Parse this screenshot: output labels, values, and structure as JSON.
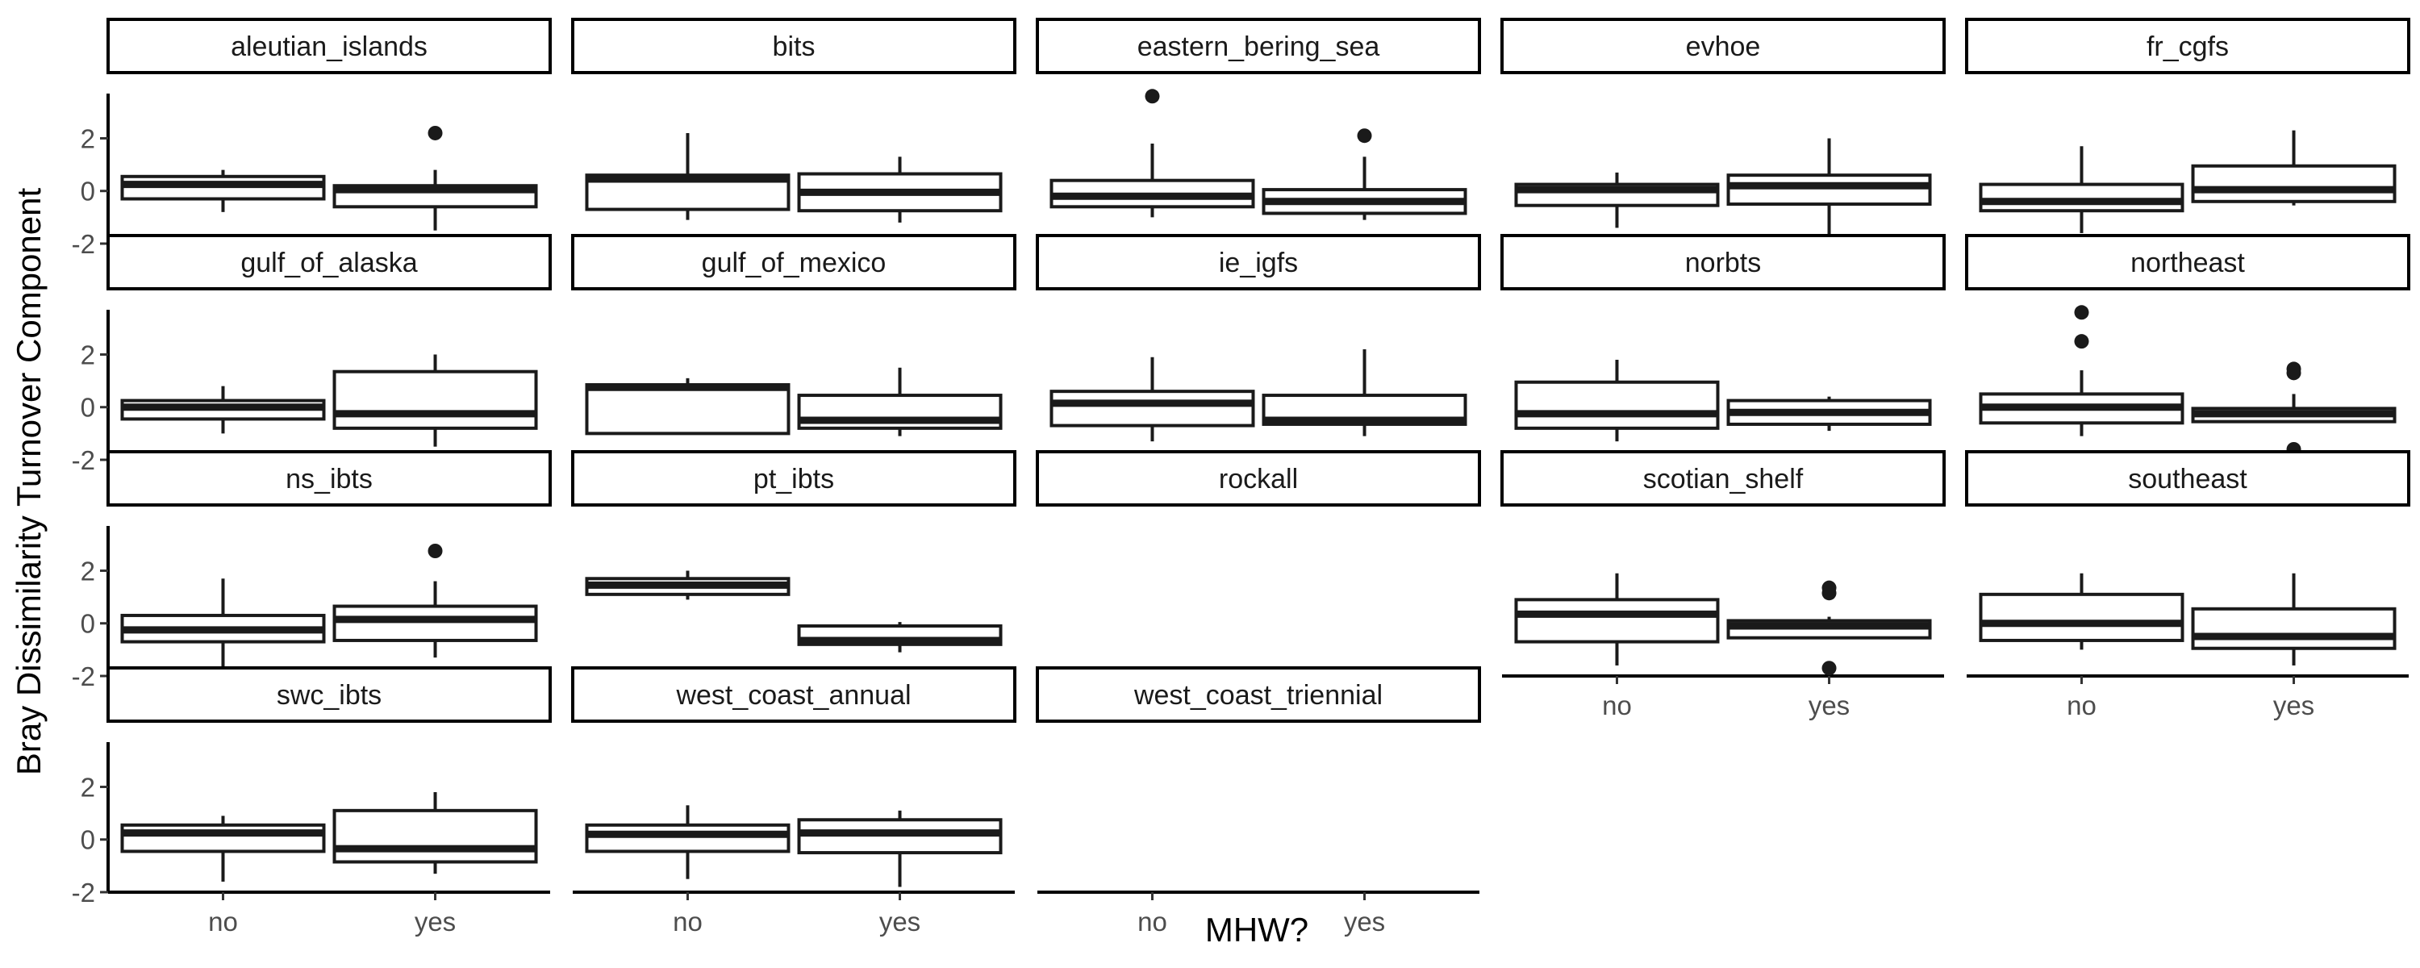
{
  "chart_data": {
    "type": "boxplot",
    "title": "",
    "xlabel": "MHW?",
    "ylabel": "Bray Dissimilarity Turnover Component",
    "categories": [
      "no",
      "yes"
    ],
    "y_ticks": [
      -2,
      0,
      2
    ],
    "ylim": [
      -2,
      3.7
    ],
    "facet_columns": 5,
    "facets": [
      {
        "name": "aleutian_islands",
        "boxes": [
          {
            "min": -0.8,
            "q1": -0.3,
            "median": 0.25,
            "q3": 0.55,
            "max": 0.8,
            "outliers": []
          },
          {
            "min": -1.5,
            "q1": -0.6,
            "median": 0.05,
            "q3": 0.2,
            "max": 0.8,
            "outliers": [
              2.2
            ]
          }
        ]
      },
      {
        "name": "bits",
        "boxes": [
          {
            "min": -1.1,
            "q1": -0.7,
            "median": 0.45,
            "q3": 0.6,
            "max": 2.2,
            "outliers": []
          },
          {
            "min": -1.2,
            "q1": -0.75,
            "median": -0.05,
            "q3": 0.65,
            "max": 1.3,
            "outliers": []
          }
        ]
      },
      {
        "name": "eastern_bering_sea",
        "boxes": [
          {
            "min": -1.0,
            "q1": -0.6,
            "median": -0.2,
            "q3": 0.4,
            "max": 1.8,
            "outliers": [
              3.6
            ]
          },
          {
            "min": -1.1,
            "q1": -0.85,
            "median": -0.4,
            "q3": 0.05,
            "max": 1.3,
            "outliers": [
              2.1
            ]
          }
        ]
      },
      {
        "name": "evhoe",
        "boxes": [
          {
            "min": -1.4,
            "q1": -0.55,
            "median": 0.05,
            "q3": 0.25,
            "max": 0.7,
            "outliers": []
          },
          {
            "min": -1.8,
            "q1": -0.5,
            "median": 0.2,
            "q3": 0.6,
            "max": 2.0,
            "outliers": []
          }
        ]
      },
      {
        "name": "fr_cgfs",
        "boxes": [
          {
            "min": -1.6,
            "q1": -0.75,
            "median": -0.4,
            "q3": 0.25,
            "max": 1.7,
            "outliers": []
          },
          {
            "min": -0.55,
            "q1": -0.4,
            "median": 0.05,
            "q3": 0.95,
            "max": 2.3,
            "outliers": []
          }
        ]
      },
      {
        "name": "gulf_of_alaska",
        "boxes": [
          {
            "min": -1.0,
            "q1": -0.45,
            "median": 0.0,
            "q3": 0.25,
            "max": 0.8,
            "outliers": []
          },
          {
            "min": -1.5,
            "q1": -0.8,
            "median": -0.25,
            "q3": 1.35,
            "max": 2.0,
            "outliers": []
          }
        ]
      },
      {
        "name": "gulf_of_mexico",
        "boxes": [
          {
            "min": -1.0,
            "q1": -1.0,
            "median": 0.75,
            "q3": 0.85,
            "max": 1.1,
            "outliers": []
          },
          {
            "min": -1.1,
            "q1": -0.8,
            "median": -0.5,
            "q3": 0.45,
            "max": 1.5,
            "outliers": []
          }
        ]
      },
      {
        "name": "ie_igfs",
        "boxes": [
          {
            "min": -1.3,
            "q1": -0.7,
            "median": 0.15,
            "q3": 0.6,
            "max": 1.9,
            "outliers": []
          },
          {
            "min": -1.1,
            "q1": -0.65,
            "median": -0.5,
            "q3": 0.45,
            "max": 2.2,
            "outliers": []
          }
        ]
      },
      {
        "name": "norbts",
        "boxes": [
          {
            "min": -1.3,
            "q1": -0.8,
            "median": -0.25,
            "q3": 0.95,
            "max": 1.8,
            "outliers": []
          },
          {
            "min": -0.9,
            "q1": -0.65,
            "median": -0.2,
            "q3": 0.25,
            "max": 0.4,
            "outliers": []
          }
        ]
      },
      {
        "name": "northeast",
        "boxes": [
          {
            "min": -1.1,
            "q1": -0.6,
            "median": 0.0,
            "q3": 0.5,
            "max": 1.4,
            "outliers": [
              2.5,
              3.6
            ]
          },
          {
            "min": -0.6,
            "q1": -0.55,
            "median": -0.25,
            "q3": -0.05,
            "max": 0.5,
            "outliers": [
              1.3,
              1.45,
              -1.6
            ]
          }
        ]
      },
      {
        "name": "ns_ibts",
        "boxes": [
          {
            "min": -1.8,
            "q1": -0.7,
            "median": -0.25,
            "q3": 0.3,
            "max": 1.7,
            "outliers": []
          },
          {
            "min": -1.3,
            "q1": -0.65,
            "median": 0.15,
            "q3": 0.65,
            "max": 1.6,
            "outliers": [
              2.75
            ]
          }
        ]
      },
      {
        "name": "pt_ibts",
        "boxes": [
          {
            "min": 0.9,
            "q1": 1.1,
            "median": 1.45,
            "q3": 1.7,
            "max": 2.0,
            "outliers": []
          },
          {
            "min": -1.1,
            "q1": -0.8,
            "median": -0.65,
            "q3": -0.1,
            "max": 0.05,
            "outliers": []
          }
        ]
      },
      {
        "name": "rockall",
        "boxes": []
      },
      {
        "name": "scotian_shelf",
        "boxes": [
          {
            "min": -1.6,
            "q1": -0.7,
            "median": 0.35,
            "q3": 0.9,
            "max": 1.9,
            "outliers": []
          },
          {
            "min": -0.6,
            "q1": -0.55,
            "median": -0.1,
            "q3": 0.1,
            "max": 0.25,
            "outliers": [
              1.15,
              1.35,
              -1.7
            ]
          }
        ]
      },
      {
        "name": "southeast",
        "boxes": [
          {
            "min": -1.0,
            "q1": -0.65,
            "median": 0.0,
            "q3": 1.1,
            "max": 1.9,
            "outliers": []
          },
          {
            "min": -1.6,
            "q1": -0.95,
            "median": -0.5,
            "q3": 0.55,
            "max": 1.9,
            "outliers": []
          }
        ]
      },
      {
        "name": "swc_ibts",
        "boxes": [
          {
            "min": -1.6,
            "q1": -0.45,
            "median": 0.25,
            "q3": 0.55,
            "max": 0.9,
            "outliers": []
          },
          {
            "min": -1.3,
            "q1": -0.85,
            "median": -0.35,
            "q3": 1.1,
            "max": 1.8,
            "outliers": []
          }
        ]
      },
      {
        "name": "west_coast_annual",
        "boxes": [
          {
            "min": -1.5,
            "q1": -0.45,
            "median": 0.2,
            "q3": 0.55,
            "max": 1.3,
            "outliers": []
          },
          {
            "min": -1.8,
            "q1": -0.5,
            "median": 0.25,
            "q3": 0.75,
            "max": 1.1,
            "outliers": []
          }
        ]
      },
      {
        "name": "west_coast_triennial",
        "boxes": []
      }
    ]
  }
}
